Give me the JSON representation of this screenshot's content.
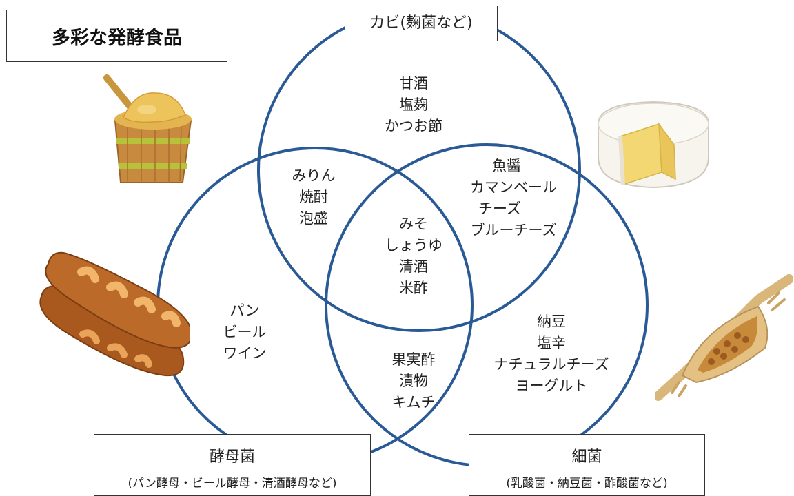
{
  "title": "多彩な発酵食品",
  "microbes": {
    "mold": {
      "name": "カビ(麹菌など)"
    },
    "yeast": {
      "name": "酵母菌",
      "examples": "(パン酵母・ビール酵母・清酒酵母など)"
    },
    "bacteria": {
      "name": "細菌",
      "examples": "(乳酸菌・納豆菌・酢酸菌など)"
    }
  },
  "regions": {
    "mold_only": [
      "甘酒",
      "塩麹",
      "かつお節"
    ],
    "mold_yeast": [
      "みりん",
      "焼酎",
      "泡盛"
    ],
    "mold_bacteria": [
      "魚醤",
      "カマンベール",
      "チーズ",
      "ブルーチーズ"
    ],
    "all_three": [
      "みそ",
      "しょうゆ",
      "清酒",
      "米酢"
    ],
    "yeast_only": [
      "パン",
      "ビール",
      "ワイン"
    ],
    "yeast_bacteria": [
      "果実酢",
      "漬物",
      "キムチ"
    ],
    "bacteria_only": [
      "納豆",
      "塩辛",
      "ナチュラルチーズ",
      "ヨーグルト"
    ]
  },
  "colors": {
    "circle": "#2a5a96"
  },
  "illustrations": [
    "miso-barrel",
    "camembert-cheese",
    "baguette-bread",
    "natto-straw"
  ]
}
